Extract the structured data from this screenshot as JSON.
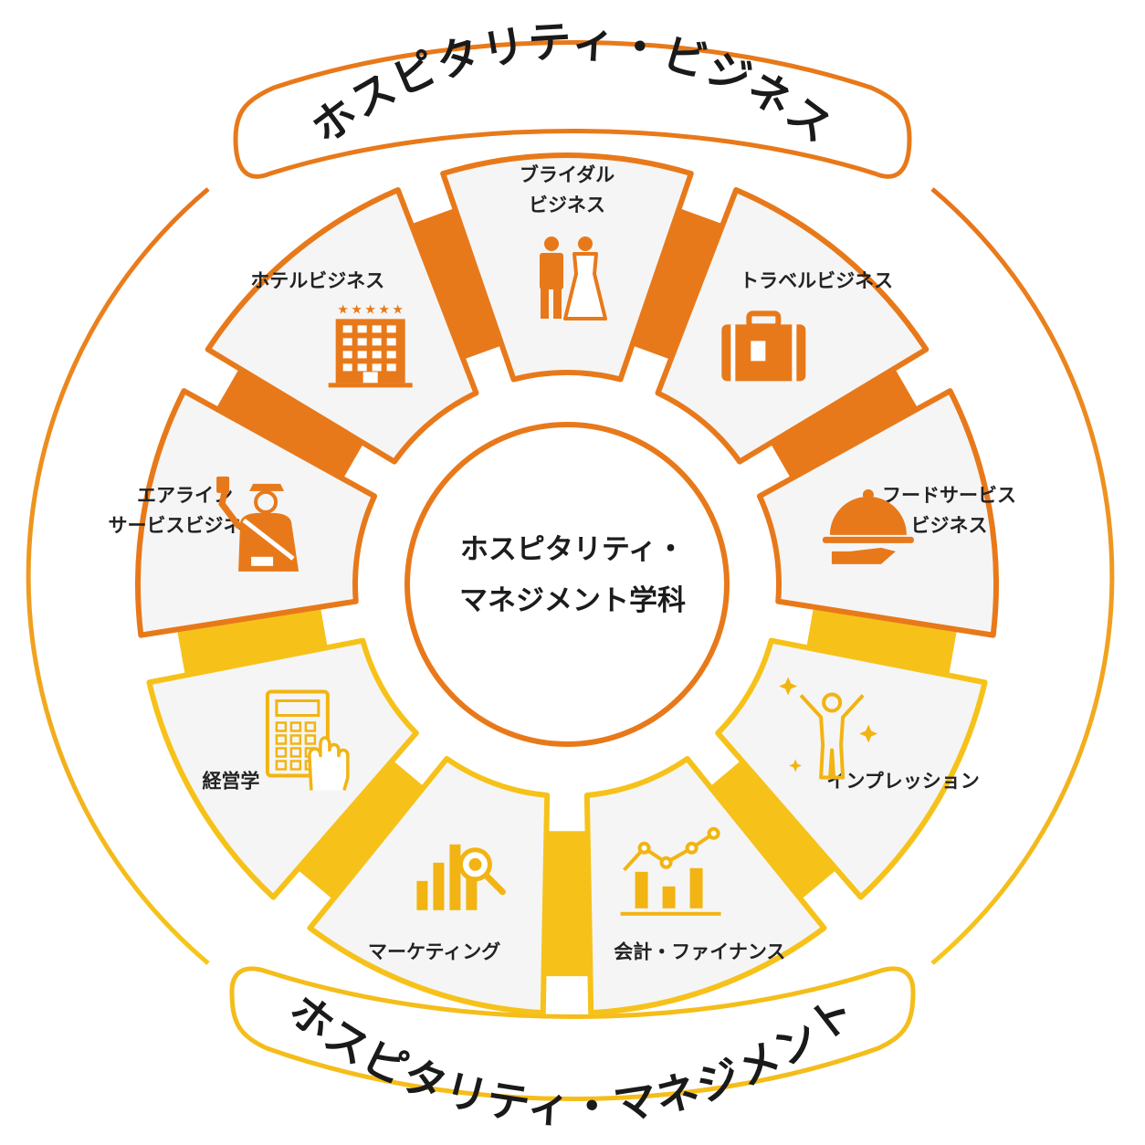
{
  "colors": {
    "orange": "#e8791a",
    "orange_light": "#ef9320",
    "yellow": "#f6c21a",
    "yellow_deep": "#f2b412",
    "panel_fill": "#f5f5f5"
  },
  "top_arc_label": "ホスピタリティ・ビジネス",
  "bottom_arc_label": "ホスピタリティ・マネジメント",
  "center": {
    "line1": "ホスピタリティ・",
    "line2": "マネジメント学科"
  },
  "segments": [
    {
      "id": "bridal",
      "lines": [
        "ブライダル",
        "ビジネス"
      ],
      "icon": "wedding-couple-icon",
      "tone": "orange"
    },
    {
      "id": "travel",
      "lines": [
        "トラベルビジネス"
      ],
      "icon": "suitcase-icon",
      "tone": "orange"
    },
    {
      "id": "food",
      "lines": [
        "フードサービス",
        "ビジネス"
      ],
      "icon": "cloche-icon",
      "tone": "orange"
    },
    {
      "id": "impression",
      "lines": [
        "インプレッション"
      ],
      "icon": "cheering-person-icon",
      "tone": "yellow"
    },
    {
      "id": "finance",
      "lines": [
        "会計・ファイナンス"
      ],
      "icon": "growth-chart-icon",
      "tone": "yellow"
    },
    {
      "id": "marketing",
      "lines": [
        "マーケティング"
      ],
      "icon": "bar-chart-search-icon",
      "tone": "yellow"
    },
    {
      "id": "management",
      "lines": [
        "経営学"
      ],
      "icon": "calculator-hand-icon",
      "tone": "yellow"
    },
    {
      "id": "airline",
      "lines": [
        "エアライン",
        "サービスビジネス"
      ],
      "icon": "flight-attendant-icon",
      "tone": "orange"
    },
    {
      "id": "hotel",
      "lines": [
        "ホテルビジネス"
      ],
      "icon": "hotel-building-icon",
      "tone": "orange"
    }
  ]
}
